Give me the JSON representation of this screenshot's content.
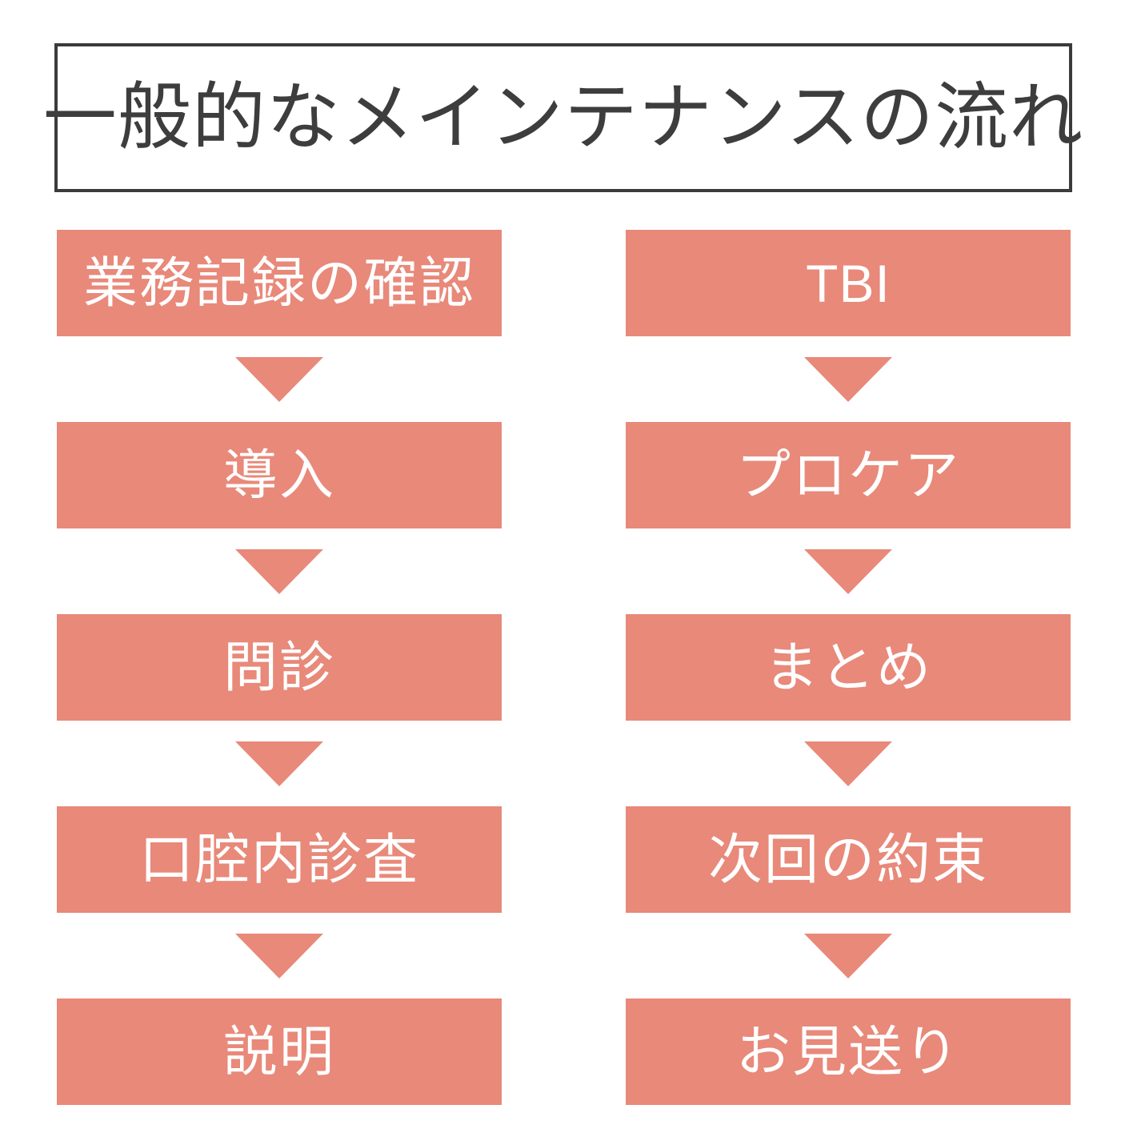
{
  "title": {
    "text": "一般的なメインテナンスの流れ"
  },
  "colors": {
    "box_fill": "#e8897a",
    "box_text": "#ffffff",
    "title_border": "#3b3b3b",
    "title_text": "#3d3d3d",
    "background": "#ffffff"
  },
  "flow": {
    "left_column": [
      {
        "label": "業務記録の確認",
        "script": "jp"
      },
      {
        "label": "導入",
        "script": "jp"
      },
      {
        "label": "問診",
        "script": "jp"
      },
      {
        "label": "口腔内診査",
        "script": "jp"
      },
      {
        "label": "説明",
        "script": "jp"
      }
    ],
    "right_column": [
      {
        "label": "TBI",
        "script": "latin"
      },
      {
        "label": "プロケア",
        "script": "jp"
      },
      {
        "label": "まとめ",
        "script": "jp"
      },
      {
        "label": "次回の約束",
        "script": "jp"
      },
      {
        "label": "お見送り",
        "script": "jp"
      }
    ],
    "connector": "arrow-down"
  }
}
